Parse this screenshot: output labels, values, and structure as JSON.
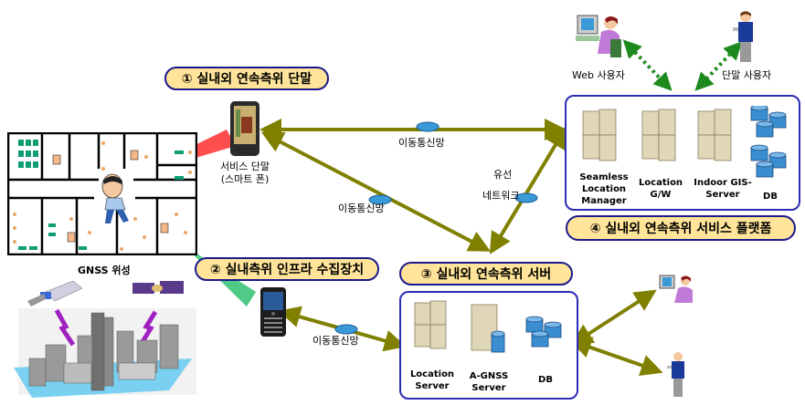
{
  "title_badges": {
    "terminal": "① 실내외 연속측위 단말",
    "infra": "② 실내측위 인프라 수집장치",
    "server": "③ 실내외 연속측위 서버",
    "platform": "④ 실내외 연속측위 서비스 플랫폼"
  },
  "labels": {
    "service_terminal_line1": "서비스 단말",
    "service_terminal_line2": "(스마트 폰)",
    "gnss": "GNSS 위성",
    "web_user": "Web 사용자",
    "terminal_user": "단말 사용자",
    "mobile_net_top": "이동통신망",
    "mobile_net_mid": "이동통신망",
    "mobile_net_bottom": "이동통신망",
    "wired_line1": "유선",
    "wired_line2": "네트워크"
  },
  "platform_components": [
    {
      "lines": [
        "Seamless",
        "Location",
        "Manager"
      ],
      "icon": "server-rack-icon"
    },
    {
      "lines": [
        "Location",
        "G/W"
      ],
      "icon": "server-rack-icon"
    },
    {
      "lines": [
        "Indoor GIS-",
        "Server"
      ],
      "icon": "server-rack-icon"
    },
    {
      "lines": [
        "DB"
      ],
      "icon": "database-icon"
    }
  ],
  "server_components": [
    {
      "lines": [
        "Location",
        "Server"
      ],
      "icon": "server-rack-icon"
    },
    {
      "lines": [
        "A-GNSS",
        "Server"
      ],
      "icon": "server-tower-icon"
    },
    {
      "lines": [
        "DB"
      ],
      "icon": "database-icon"
    }
  ],
  "colors": {
    "arrow_olive": "#808000",
    "arrow_green_dotted": "#1e8a1e",
    "badge_fill": "#ffe499",
    "badge_border": "#1a1a8c",
    "box_border": "#2b2bb8",
    "signal_red": "#ff3b3b",
    "signal_green": "#3cc47a"
  }
}
